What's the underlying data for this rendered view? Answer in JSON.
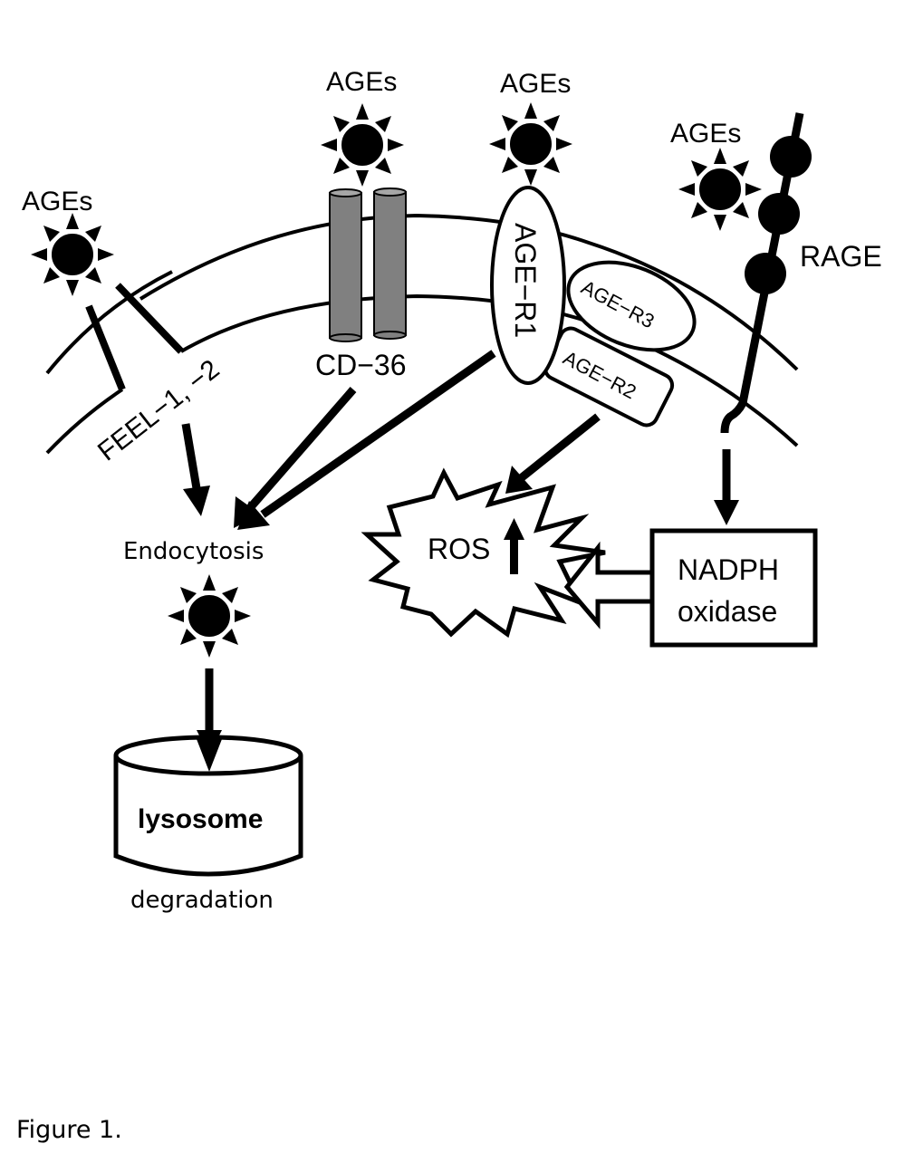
{
  "figure": {
    "caption": "Figure 1.",
    "type": "signaling-pathway"
  },
  "ligands": {
    "label": "AGEs",
    "icon": "ages-star-icon"
  },
  "receptors": {
    "feel": "FEEL−1, −2",
    "cd36": "CD−36",
    "ager1": "AGE−R1",
    "ager2": "AGE−R2",
    "ager3": "AGE−R3",
    "rage": "RAGE"
  },
  "processes": {
    "endocytosis": "Endocytosis",
    "lysosome": "lysosome",
    "degradation": "degradation",
    "ros": "ROS",
    "nadph_line1": "NADPH",
    "nadph_line2": "oxidase"
  },
  "colors": {
    "line": "#000000",
    "cd36_fill": "#808080",
    "cd36_cap": "#a6a6a6",
    "background": "#ffffff"
  }
}
